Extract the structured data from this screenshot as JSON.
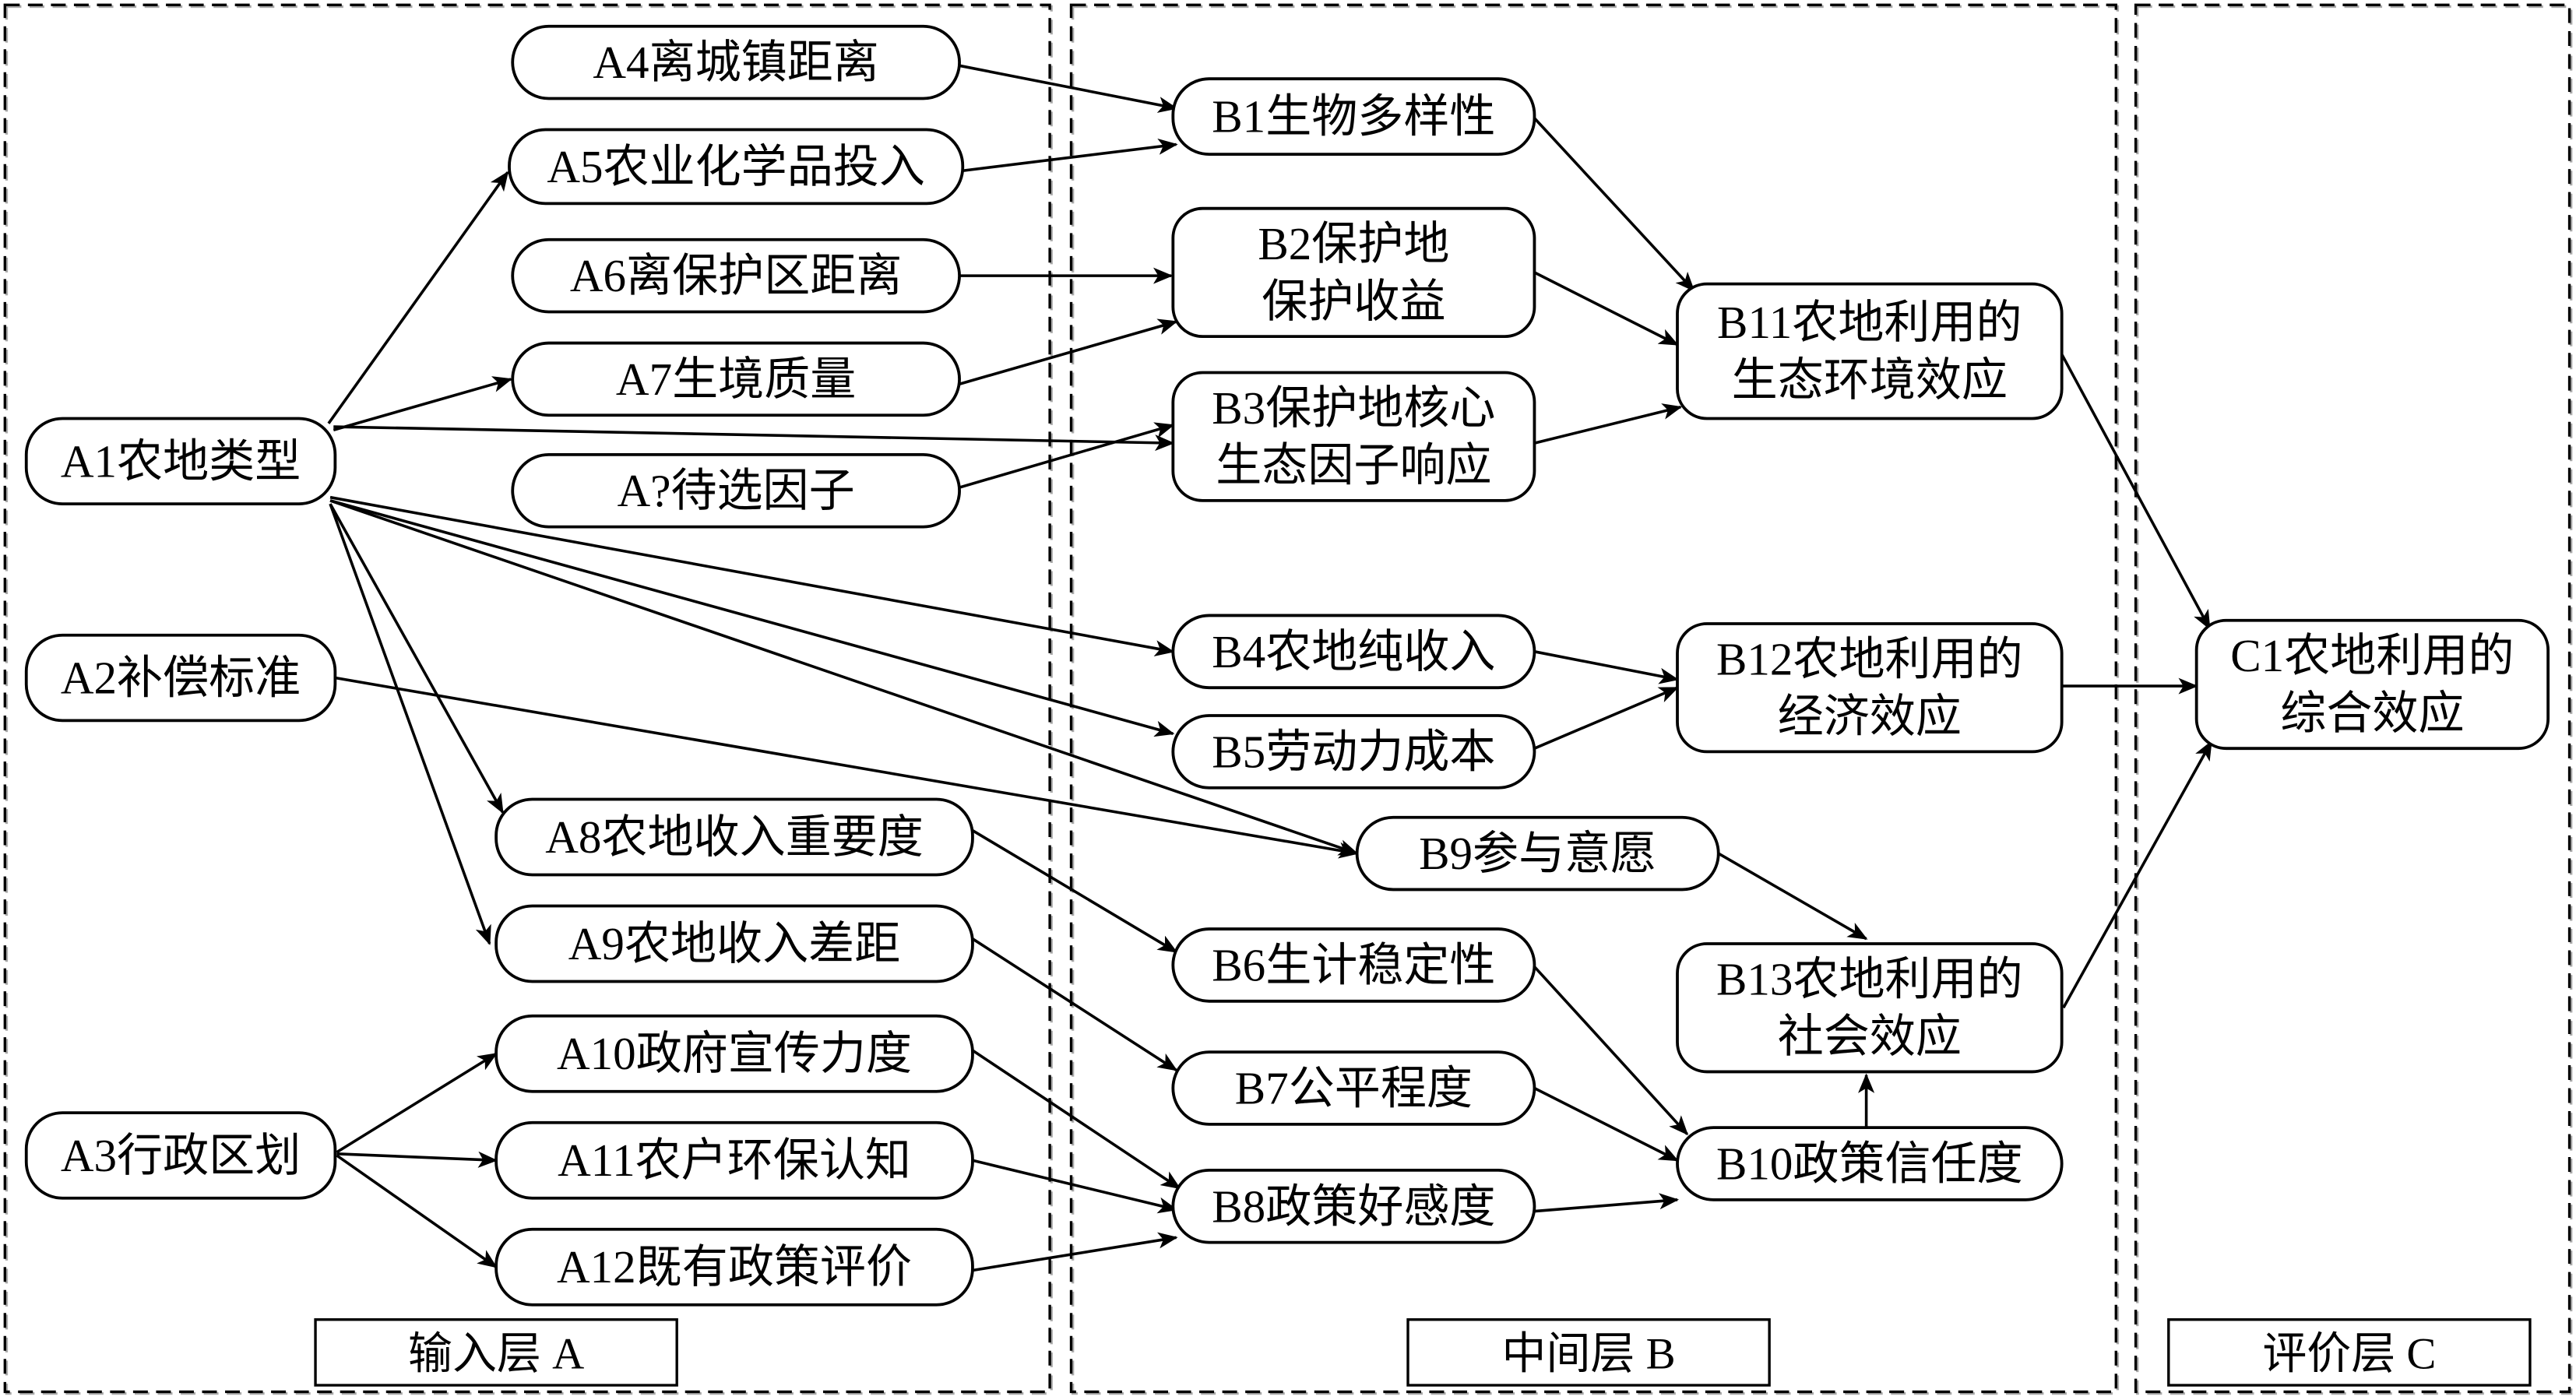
{
  "layers": [
    {
      "id": "A",
      "label": "输入层 A"
    },
    {
      "id": "B",
      "label": "中间层 B"
    },
    {
      "id": "C",
      "label": "评价层 C"
    }
  ],
  "nodes": {
    "A1": {
      "lines": [
        "A1农地类型"
      ]
    },
    "A2": {
      "lines": [
        "A2补偿标准"
      ]
    },
    "A3": {
      "lines": [
        "A3行政区划"
      ]
    },
    "A4": {
      "lines": [
        "A4离城镇距离"
      ]
    },
    "A5": {
      "lines": [
        "A5农业化学品投入"
      ]
    },
    "A6": {
      "lines": [
        "A6离保护区距离"
      ]
    },
    "A7": {
      "lines": [
        "A7生境质量"
      ]
    },
    "AQ": {
      "lines": [
        "A?待选因子"
      ]
    },
    "A8": {
      "lines": [
        "A8农地收入重要度"
      ]
    },
    "A9": {
      "lines": [
        "A9农地收入差距"
      ]
    },
    "A10": {
      "lines": [
        "A10政府宣传力度"
      ]
    },
    "A11": {
      "lines": [
        "A11农户环保认知"
      ]
    },
    "A12": {
      "lines": [
        "A12既有政策评价"
      ]
    },
    "B1": {
      "lines": [
        "B1生物多样性"
      ]
    },
    "B2": {
      "lines": [
        "B2保护地",
        "保护收益"
      ]
    },
    "B3": {
      "lines": [
        "B3保护地核心",
        "生态因子响应"
      ]
    },
    "B4": {
      "lines": [
        "B4农地纯收入"
      ]
    },
    "B5": {
      "lines": [
        "B5劳动力成本"
      ]
    },
    "B6": {
      "lines": [
        "B6生计稳定性"
      ]
    },
    "B7": {
      "lines": [
        "B7公平程度"
      ]
    },
    "B8": {
      "lines": [
        "B8政策好感度"
      ]
    },
    "B9": {
      "lines": [
        "B9参与意愿"
      ]
    },
    "B10": {
      "lines": [
        "B10政策信任度"
      ]
    },
    "B11": {
      "lines": [
        "B11农地利用的",
        "生态环境效应"
      ]
    },
    "B12": {
      "lines": [
        "B12农地利用的",
        "经济效应"
      ]
    },
    "B13": {
      "lines": [
        "B13农地利用的",
        "社会效应"
      ]
    },
    "C1": {
      "lines": [
        "C1农地利用的",
        "综合效应"
      ]
    }
  },
  "edges": [
    [
      "A1",
      "A5"
    ],
    [
      "A1",
      "A7"
    ],
    [
      "A1",
      "B3"
    ],
    [
      "A1",
      "B4"
    ],
    [
      "A1",
      "B5"
    ],
    [
      "A1",
      "B9"
    ],
    [
      "A1",
      "A8"
    ],
    [
      "A1",
      "A9"
    ],
    [
      "A2",
      "B9"
    ],
    [
      "A3",
      "A10"
    ],
    [
      "A3",
      "A11"
    ],
    [
      "A3",
      "A12"
    ],
    [
      "A4",
      "B1"
    ],
    [
      "A5",
      "B1"
    ],
    [
      "A6",
      "B2"
    ],
    [
      "A7",
      "B2"
    ],
    [
      "AQ",
      "B3"
    ],
    [
      "A8",
      "B6"
    ],
    [
      "A9",
      "B7"
    ],
    [
      "A10",
      "B8"
    ],
    [
      "A11",
      "B8"
    ],
    [
      "A12",
      "B8"
    ],
    [
      "B1",
      "B11"
    ],
    [
      "B2",
      "B11"
    ],
    [
      "B3",
      "B11"
    ],
    [
      "B4",
      "B12"
    ],
    [
      "B5",
      "B12"
    ],
    [
      "B6",
      "B10"
    ],
    [
      "B7",
      "B10"
    ],
    [
      "B8",
      "B10"
    ],
    [
      "B9",
      "B13"
    ],
    [
      "B10",
      "B13"
    ],
    [
      "B11",
      "C1"
    ],
    [
      "B12",
      "C1"
    ],
    [
      "B13",
      "C1"
    ]
  ]
}
